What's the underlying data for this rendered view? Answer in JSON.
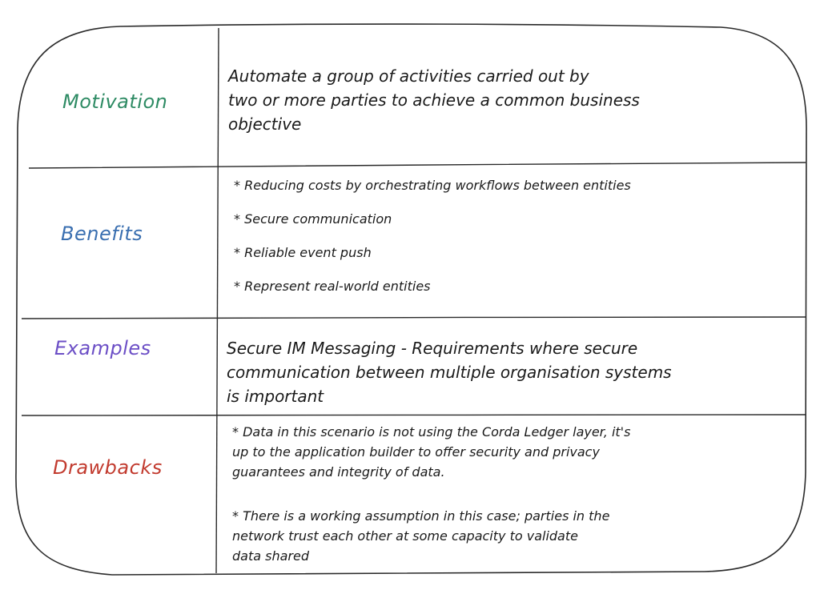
{
  "rows": {
    "motivation": {
      "label": "Motivation",
      "color": "#2e8b64",
      "lines": [
        "Automate a group of activities carried out by",
        "two or more parties to achieve a common business",
        "objective"
      ]
    },
    "benefits": {
      "label": "Benefits",
      "color": "#3a6fb0",
      "items": [
        "* Reducing costs by orchestrating workflows between entities",
        "* Secure communication",
        "* Reliable event push",
        "* Represent real-world entities"
      ]
    },
    "examples": {
      "label": "Examples",
      "color": "#6c4fc6",
      "lines": [
        "Secure IM Messaging - Requirements where secure",
        "communication between multiple organisation systems",
        "is important"
      ]
    },
    "drawbacks": {
      "label": "Drawbacks",
      "color": "#c23b2f",
      "para1": [
        "* Data in this scenario is not using the Corda Ledger layer, it's",
        "up to the application builder to offer security and privacy",
        "guarantees and integrity of data."
      ],
      "para2": [
        "* There is a working assumption in this case; parties in the",
        "network trust each other at some capacity to validate",
        "data shared"
      ]
    }
  }
}
